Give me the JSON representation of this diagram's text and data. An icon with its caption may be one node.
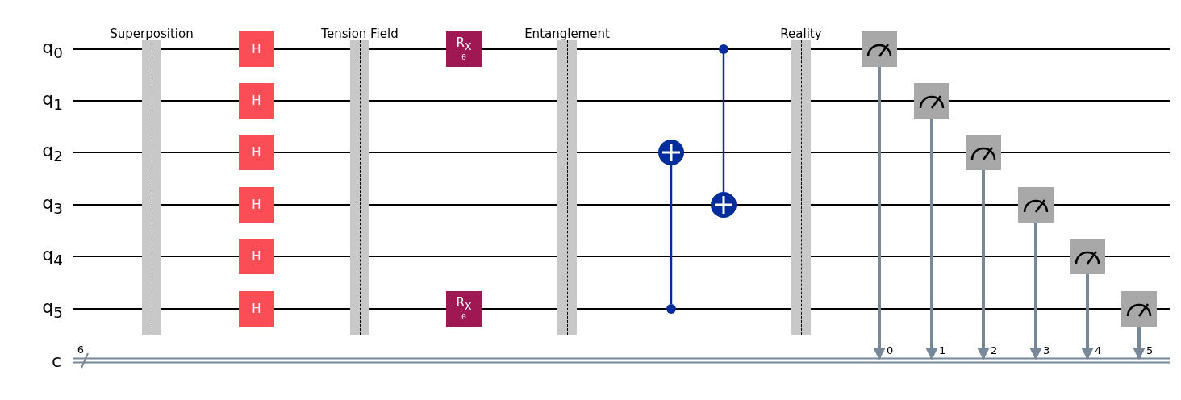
{
  "diagram": {
    "nodes": [
      {
        "text": [
          "Superposition"
        ]
      },
      {
        "text": [
          "H"
        ]
      },
      {
        "text": [
          "H"
        ]
      },
      {
        "text": [
          "H"
        ]
      },
      {
        "text": [
          "H"
        ]
      },
      {
        "text": [
          "H"
        ]
      },
      {
        "text": [
          "H"
        ]
      },
      {
        "text": [
          "Tension Field"
        ]
      },
      {
        "text": [
          "R$_{X}$",
          "θ"
        ]
      },
      {
        "text": [
          "R$_{X}$",
          "θ"
        ]
      },
      {
        "text": [
          "Entanglement"
        ]
      },
      {
        "text": [],
        "shape": "circle"
      },
      {
        "text": [],
        "shape": "circle"
      },
      {
        "text": [],
        "shape": "circle"
      },
      {
        "text": [],
        "shape": "circle"
      },
      {
        "text": [
          "Reality"
        ]
      },
      {
        "text": [],
        "shape": "box"
      },
      {
        "text": [],
        "shape": "box"
      },
      {
        "text": [],
        "shape": "box"
      },
      {
        "text": [],
        "shape": "box"
      },
      {
        "text": [],
        "shape": "box"
      },
      {
        "text": [],
        "shape": "box"
      }
    ],
    "edges": [
      {
        "from": 12,
        "to": 11,
        "arrow": "none",
        "color": "#002d9c"
      },
      {
        "from": 13,
        "to": 14,
        "arrow": "none",
        "color": "#002d9c"
      },
      {
        "from": 16,
        "to": null,
        "arrow": "to",
        "label": "0"
      },
      {
        "from": 17,
        "to": null,
        "arrow": "to",
        "label": "1"
      },
      {
        "from": 18,
        "to": null,
        "arrow": "to",
        "label": "2"
      },
      {
        "from": 19,
        "to": null,
        "arrow": "to",
        "label": "3"
      },
      {
        "from": 20,
        "to": null,
        "arrow": "to",
        "label": "4"
      },
      {
        "from": 21,
        "to": null,
        "arrow": "to",
        "label": "5"
      }
    ],
    "labels": [
      "q$_{0}$",
      "q$_{1}$",
      "q$_{2}$",
      "q$_{3}$",
      "q$_{4}$",
      "q$_{5}$",
      "c",
      "6"
    ]
  }
}
